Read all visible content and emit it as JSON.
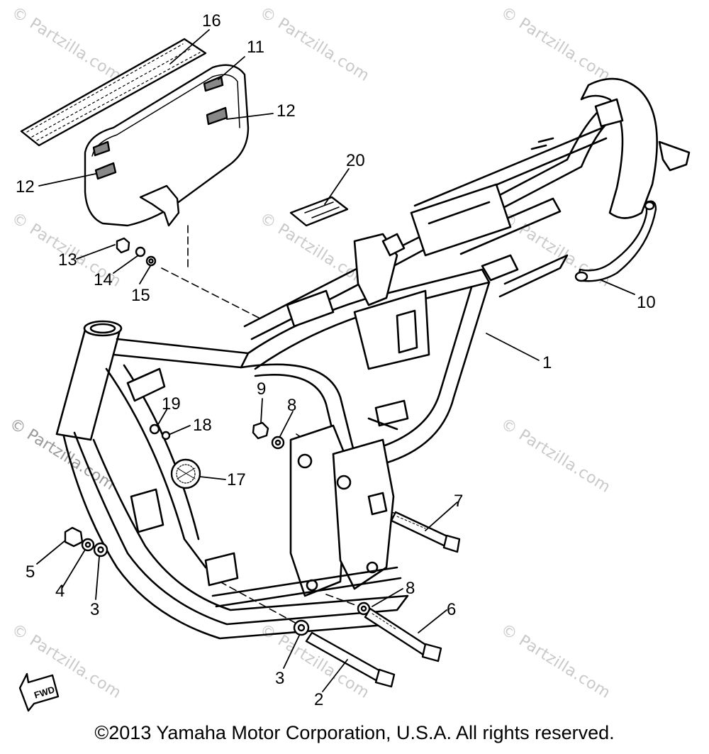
{
  "watermark": "© Partzilla.com",
  "copyright": "©2013 Yamaha Motor Corporation, U.S.A. All rights reserved.",
  "fwd_label": "FWD",
  "callouts": [
    {
      "id": "16",
      "label": "16"
    },
    {
      "id": "11",
      "label": "11"
    },
    {
      "id": "12a",
      "label": "12"
    },
    {
      "id": "12b",
      "label": "12"
    },
    {
      "id": "20",
      "label": "20"
    },
    {
      "id": "13",
      "label": "13"
    },
    {
      "id": "14",
      "label": "14"
    },
    {
      "id": "15",
      "label": "15"
    },
    {
      "id": "10",
      "label": "10"
    },
    {
      "id": "1",
      "label": "1"
    },
    {
      "id": "9",
      "label": "9"
    },
    {
      "id": "8a",
      "label": "8"
    },
    {
      "id": "19",
      "label": "19"
    },
    {
      "id": "18",
      "label": "18"
    },
    {
      "id": "17",
      "label": "17"
    },
    {
      "id": "7",
      "label": "7"
    },
    {
      "id": "5",
      "label": "5"
    },
    {
      "id": "4",
      "label": "4"
    },
    {
      "id": "3a",
      "label": "3"
    },
    {
      "id": "8b",
      "label": "8"
    },
    {
      "id": "6",
      "label": "6"
    },
    {
      "id": "3b",
      "label": "3"
    },
    {
      "id": "2",
      "label": "2"
    }
  ]
}
